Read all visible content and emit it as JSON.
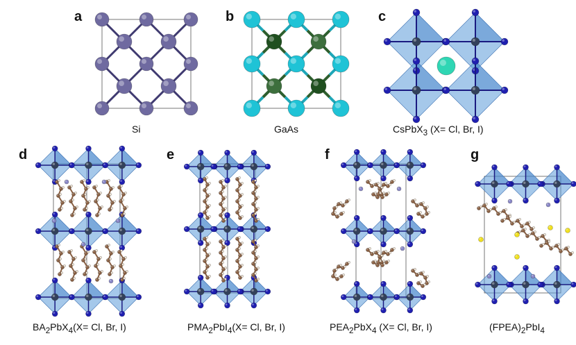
{
  "panels": [
    {
      "letter": "a",
      "caption": {
        "pre": "Si",
        "parts": []
      }
    },
    {
      "letter": "b",
      "caption": {
        "pre": "GaAs",
        "parts": []
      }
    },
    {
      "letter": "c",
      "caption": {
        "pre": "CsPbX",
        "sub": "3",
        "post": " (X= Cl, Br, I)"
      }
    },
    {
      "letter": "d",
      "caption": {
        "pre": "BA",
        "sub": "2",
        "mid": "PbX",
        "sub2": "4",
        "post": "(X= Cl, Br, I)"
      }
    },
    {
      "letter": "e",
      "caption": {
        "pre": "PMA",
        "sub": "2",
        "mid": "PbI",
        "sub2": "4",
        "post": "(X= Cl, Br, I)"
      }
    },
    {
      "letter": "f",
      "caption": {
        "pre": "PEA",
        "sub": "2",
        "mid": "PbX",
        "sub2": "4",
        "post": " (X= Cl, Br, I)"
      }
    },
    {
      "letter": "g",
      "caption": {
        "pre": "(FPEA)",
        "sub": "2",
        "mid": "PbI",
        "sub2": "4",
        "post": ""
      }
    }
  ],
  "colors": {
    "si": "#6f6aa0",
    "ga": "#1fc3d6",
    "as": "#2e5f2e",
    "pb": "#33415a",
    "x": "#1f1fb0",
    "oct": "#5b9bd8",
    "cs": "#2fd6b4",
    "carbon": "#8a6144",
    "h": "#f2e6d6",
    "n": "#8a88c8",
    "f": "#f0e020"
  }
}
